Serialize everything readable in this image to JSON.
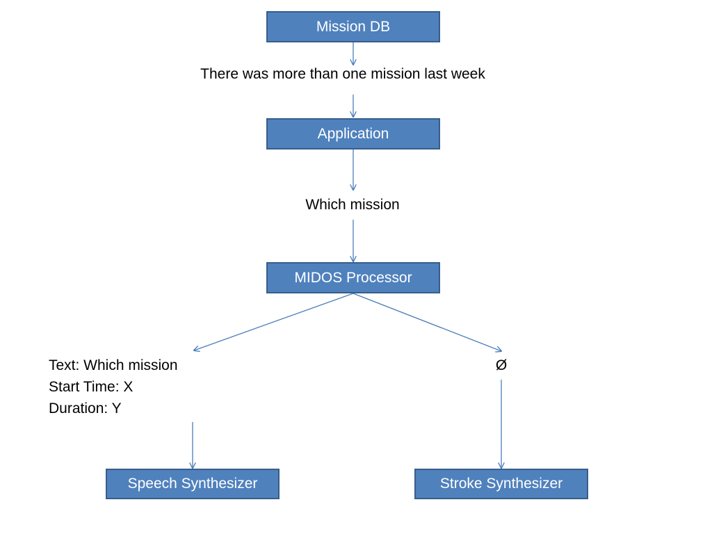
{
  "nodes": {
    "mission_db": "Mission DB",
    "application": "Application",
    "midos_processor": "MIDOS Processor",
    "speech_synthesizer": "Speech Synthesizer",
    "stroke_synthesizer": "Stroke Synthesizer"
  },
  "edge_labels": {
    "db_to_app": "There was more than one mission last week",
    "app_to_midos": "Which mission",
    "speech_branch": {
      "text": "Text: Which mission",
      "start_time": "Start Time: X",
      "duration": "Duration: Y"
    },
    "stroke_branch": "Ø"
  },
  "colors": {
    "node_fill": "#4f81bd",
    "node_border": "#385d8a",
    "edge": "#4a7ebb"
  }
}
